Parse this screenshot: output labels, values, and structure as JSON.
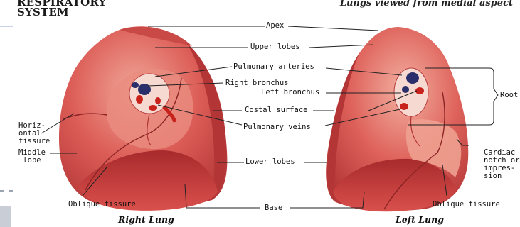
{
  "header": {
    "title_line1": "RESPIRATORY",
    "title_line2": "SYSTEM",
    "subtitle": "Lungs viewed from medial aspect"
  },
  "labels": {
    "apex": "Apex",
    "upper_lobes": "Upper lobes",
    "pulmonary_arteries": "Pulmonary arteries",
    "right_bronchus": "Right bronchus",
    "left_bronchus": "Left bronchus",
    "costal_surface": "Costal surface",
    "pulmonary_veins": "Pulmonary veins",
    "lower_lobes": "Lower lobes",
    "horizontal_fissure": [
      "Horiz-",
      "ontal",
      "fissure"
    ],
    "middle_lobe": [
      "Middle",
      "lobe"
    ],
    "oblique_fissure_right": "Oblique fissure",
    "oblique_fissure_left": "Oblique fissure",
    "base": "Base",
    "root": "Root",
    "cardiac_notch": [
      "Cardiac",
      "notch or",
      "impres-",
      "sion"
    ]
  },
  "captions": {
    "right": "Right Lung",
    "left": "Left Lung"
  },
  "colors": {
    "lung_base": "#d64a48",
    "lung_light": "#e98a7c",
    "lung_dark": "#a82c2e",
    "vessel_blue": "#2a2f6b",
    "vessel_red": "#c8221c"
  }
}
